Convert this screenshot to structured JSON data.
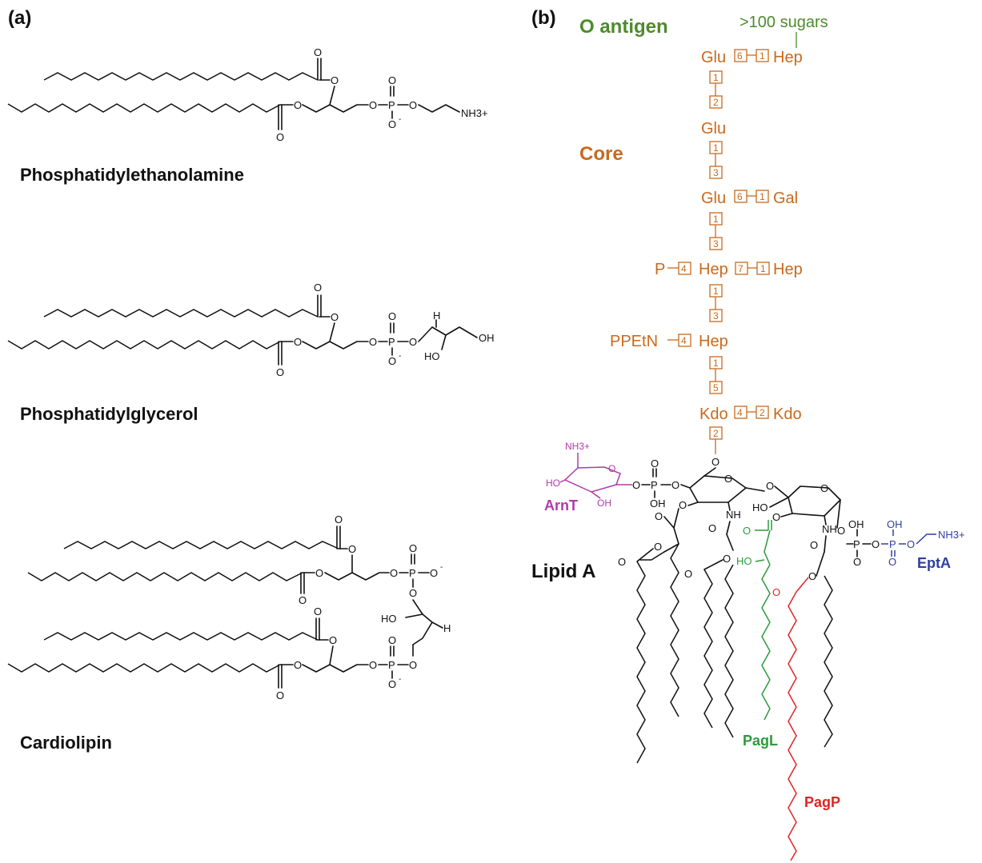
{
  "panels": {
    "a_label": "(a)",
    "b_label": "(b)"
  },
  "panel_a": {
    "pe_name": "Phosphatidylethanolamine",
    "pg_name": "Phosphatidylglycerol",
    "cl_name": "Cardiolipin",
    "atom_O": "O",
    "atom_P": "P",
    "atom_H": "H",
    "atom_OH": "OH",
    "atom_HO": "HO",
    "atom_NH3": "NH3+",
    "charge_minus": "-"
  },
  "panel_b": {
    "o_antigen": "O antigen",
    "core": "Core",
    "lipid_a": "Lipid A",
    "sugars": ">100 sugars",
    "residues": {
      "glu": "Glu",
      "hep": "Hep",
      "gal": "Gal",
      "kdo": "Kdo",
      "p": "P",
      "ppetn": "PPEtN"
    },
    "links": {
      "r1_left": "6",
      "r1_right": "1",
      "r2_top": "1",
      "r2_bottom": "2",
      "r3_top": "1",
      "r3_bottom": "3",
      "r4_left": "6",
      "r4_right": "1",
      "r5_top": "1",
      "r5_bottom": "3",
      "r6_left": "4",
      "r6_mid": "7",
      "r6_right": "1",
      "r7_top": "1",
      "r7_bottom": "3",
      "r8_left": "4",
      "r9_top": "1",
      "r9_bottom": "5",
      "r10_left": "4",
      "r10_right": "2",
      "r11": "2"
    },
    "enzymes": {
      "arnt": "ArnT",
      "eptA": "EptA",
      "pagL": "PagL",
      "pagP": "PagP"
    },
    "atoms": {
      "O": "O",
      "P": "P",
      "OH": "OH",
      "HO": "HO",
      "NH": "NH",
      "NH3": "NH3+"
    }
  },
  "colors": {
    "o_antigen": "#4e8a2e",
    "core": "#c9691d",
    "arnt": "#b03aa8",
    "eptA": "#2f3fa0",
    "pagL": "#2e9a3c",
    "pagP": "#e02424",
    "ink": "#111111"
  }
}
